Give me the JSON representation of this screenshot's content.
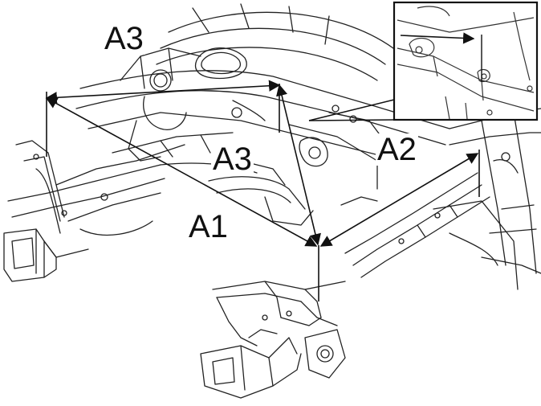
{
  "labels": {
    "a3_top": "A3",
    "a3_mid": "A3",
    "a2": "A2",
    "a1": "A1"
  },
  "colors": {
    "ink": "#111111",
    "paper": "#ffffff",
    "detail": "#444444"
  }
}
